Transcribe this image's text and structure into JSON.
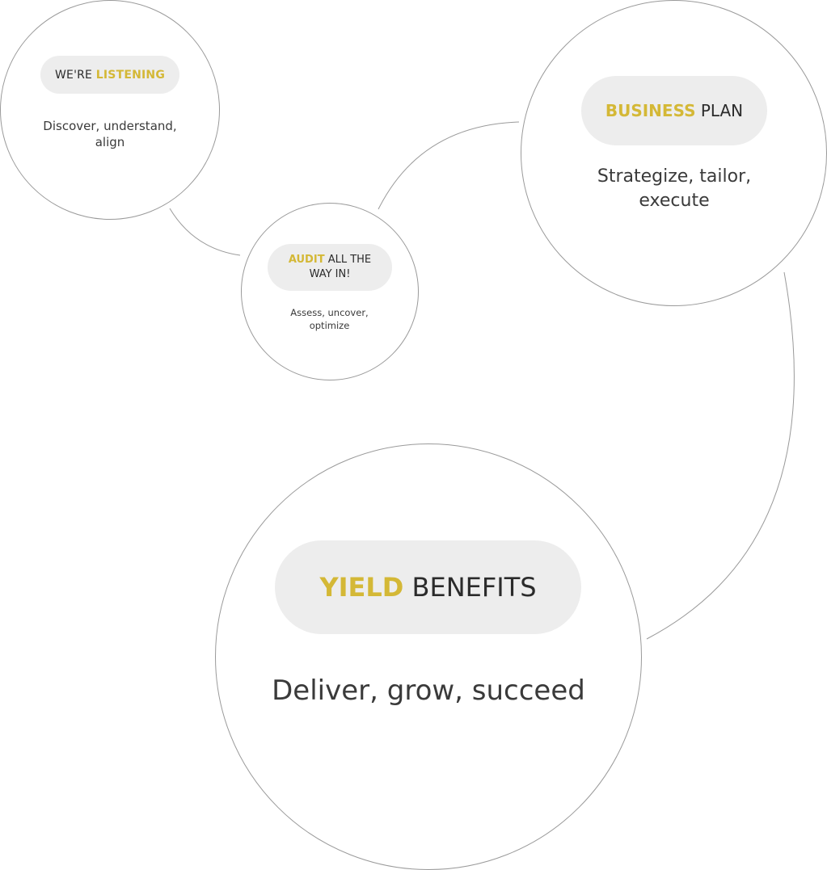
{
  "colors": {
    "accent": "#D4B836",
    "text": "#333333",
    "pill_bg": "#EDEDED",
    "circle_stroke": "#9A9A9A"
  },
  "steps": [
    {
      "accent_first": false,
      "plain": "WE'RE ",
      "accent": "LISTENING",
      "desc": "Discover, understand, align"
    },
    {
      "accent_first": true,
      "accent": "AUDIT",
      "plain": " ALL THE WAY IN!",
      "desc": "Assess, uncover, optimize"
    },
    {
      "accent_first": true,
      "accent": "BUSINESS",
      "plain": " PLAN",
      "desc": "Strategize, tailor, execute"
    },
    {
      "accent_first": true,
      "accent": "YIELD",
      "plain": " BENEFITS",
      "desc": "Deliver, grow, succeed"
    }
  ]
}
